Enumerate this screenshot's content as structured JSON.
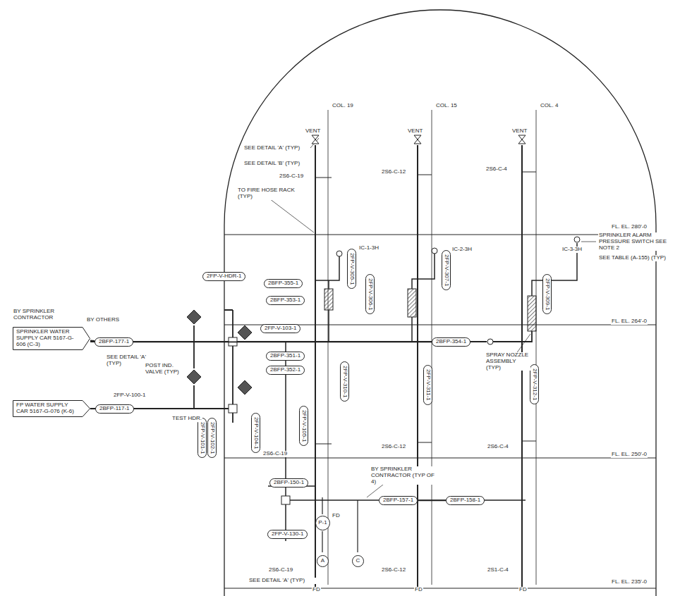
{
  "diagram": {
    "nodes": [
      {
        "text": [
          "SPRINKLER WATER SUPPLY CAR 5167-G-606 (C-3)"
        ]
      },
      {
        "text": [
          "FP WATER SUPPLY CAR 5167-G-076 (K-6)"
        ]
      },
      {
        "text": [
          "2BFP-177-1"
        ]
      },
      {
        "text": [
          "2BFP-117-1"
        ]
      },
      {
        "text": [
          "2FP-V-HDR-1"
        ]
      },
      {
        "text": [
          "2BFP-355-1"
        ]
      },
      {
        "text": [
          "2BFP-353-1"
        ]
      },
      {
        "text": [
          "2FP-V-103-1"
        ]
      },
      {
        "text": [
          "2BFP-354-1"
        ]
      },
      {
        "text": [
          "2BFP-351-1"
        ]
      },
      {
        "text": [
          "2BFP-352-1"
        ]
      },
      {
        "text": [
          "2BFP-150-1"
        ]
      },
      {
        "text": [
          "2BFP-157-1"
        ]
      },
      {
        "text": [
          "2BFP-158-1"
        ]
      },
      {
        "text": [
          "2FP-V-130-1"
        ]
      },
      {
        "text": [
          "2FP-V-305-1"
        ]
      },
      {
        "text": [
          "2FP-V-306-1"
        ]
      },
      {
        "text": [
          "2FP-V-307-1"
        ]
      },
      {
        "text": [
          "2FP-V-309-1"
        ]
      },
      {
        "text": [
          "2FP-V-310-1"
        ]
      },
      {
        "text": [
          "2FP-V-311-1"
        ]
      },
      {
        "text": [
          "2FP-V-312-1"
        ]
      },
      {
        "text": [
          "2FP-V-101-1"
        ]
      },
      {
        "text": [
          "2FP-V-102-1"
        ]
      },
      {
        "text": [
          "2FP-V-104-1"
        ]
      },
      {
        "text": [
          "2FP-V-105-1"
        ]
      },
      {
        "text": [
          "P-1"
        ]
      },
      {
        "text": [
          "A"
        ]
      },
      {
        "text": [
          "C"
        ]
      }
    ],
    "edges": [
      {
        "from": 0,
        "to": 2,
        "arrow": "none"
      },
      {
        "from": 1,
        "to": 3,
        "arrow": "none"
      },
      {
        "from": 2,
        "to": 8,
        "arrow": "none"
      },
      {
        "from": 12,
        "to": 13,
        "arrow": "none"
      }
    ],
    "labels": [
      "COL. 19",
      "COL. 15",
      "COL. 4",
      "VENT",
      "VENT",
      "VENT",
      "SEE DETAIL 'A' (TYP)",
      "SEE DETAIL 'B' (TYP)",
      "TO FIRE HOSE RACK (TYP)",
      "2S6-C-19",
      "2S6-C-12",
      "2S6-C-4",
      "FL. EL. 280'-0",
      "SPRINKLER ALARM PRESSURE SWITCH SEE NOTE 2",
      "SEE TABLE (A-155) (TYP)",
      "FL. EL. 264'-0",
      "FL. EL. 250'-0",
      "FL. EL. 235'-0",
      "BY SPRINKLER CONTRACTOR",
      "BY OTHERS",
      "SEE DETAIL 'A' (TYP)",
      "POST IND. VALVE (TYP)",
      "2FP-V-100-1",
      "TEST HDR.",
      "IC-1-3H",
      "IC-2-3H",
      "IC-3-3H",
      "SPRAY NOZZLE ASSEMBLY (TYP)",
      "BY SPRINKLER CONTRACTOR (TYP OF 4)",
      "2S6-C-19",
      "2S6-C-12",
      "2S6-C-4",
      "2S6-C-19",
      "2S6-C-12",
      "2S1-C-4",
      "SEE DETAIL 'A' (TYP)",
      "FD",
      "FD",
      "FD",
      "FD"
    ]
  }
}
